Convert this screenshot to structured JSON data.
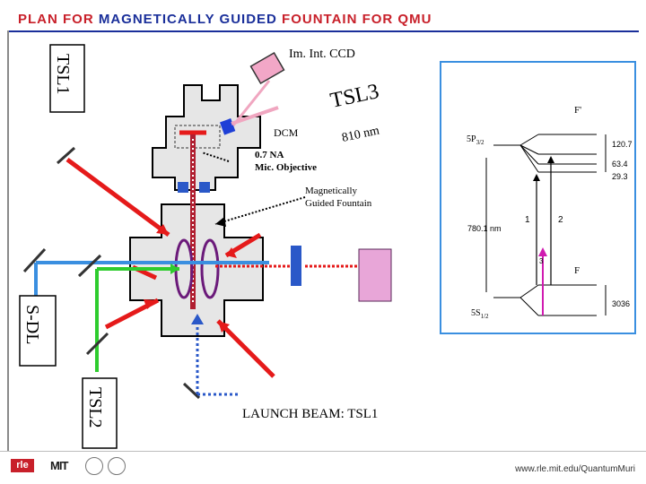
{
  "title": {
    "part1": "PLAN FOR ",
    "part2": "MAGNETICALLY GUIDED ",
    "part3": "FOUNTAIN FOR QMU"
  },
  "labels": {
    "tsl1": "TSL1",
    "tsl2": "TSL2",
    "tsl3": "TSL3",
    "sdl": "S-DL",
    "ccd": "Im. Int. CCD",
    "dcm": "DCM",
    "wavelength": "810 nm",
    "objective_line1": "0.7 NA",
    "objective_line2": "Mic. Objective",
    "fountain_line1": "Magnetically",
    "fountain_line2": "Guided Fountain",
    "launch": "LAUNCH BEAM: TSL1"
  },
  "level_diagram": {
    "upper_state": "5P",
    "upper_sub": "3/2",
    "lower_state": "5S",
    "lower_sub": "1/2",
    "f_upper": "F'",
    "f_lower": "F",
    "splittings": [
      "120.7",
      "63.4",
      "29.3"
    ],
    "ground_splitting": "3036",
    "transition": "780.1 nm",
    "beam_labels": [
      "1",
      "2",
      "3"
    ]
  },
  "footer": {
    "rle": "rle",
    "mit": "MIT",
    "url": "www.rle.mit.edu/QuantumMuri"
  }
}
